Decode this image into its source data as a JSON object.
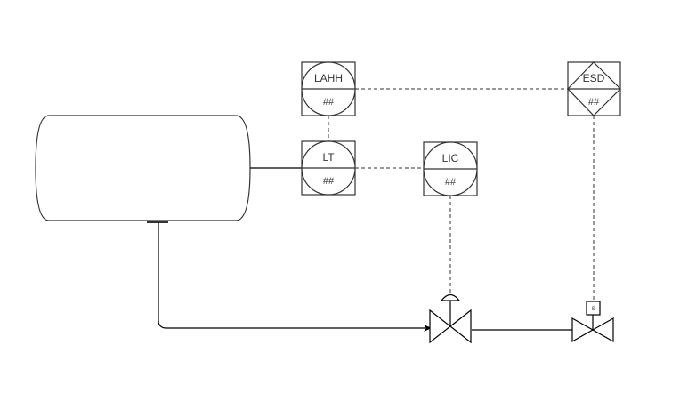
{
  "diagram": {
    "type": "P&ID",
    "colors": {
      "line": "#000000",
      "background": "#ffffff",
      "text": "#333333"
    },
    "equipment": [
      {
        "id": "vessel",
        "kind": "horizontal-vessel",
        "label": ""
      }
    ],
    "instruments": [
      {
        "id": "LAHH",
        "kind": "shared-display-circle-in-square",
        "tag": "LAHH",
        "number": "##"
      },
      {
        "id": "LT",
        "kind": "shared-display-circle-in-square",
        "tag": "LT",
        "number": "##"
      },
      {
        "id": "LIC",
        "kind": "shared-display-circle-in-square",
        "tag": "LIC",
        "number": "##"
      },
      {
        "id": "ESD",
        "kind": "diamond-in-square-logic",
        "tag": "ESD",
        "number": "##"
      }
    ],
    "valves": [
      {
        "id": "control-valve",
        "kind": "gate-valve",
        "actuator": "diaphragm"
      },
      {
        "id": "shutdown-valve",
        "kind": "gate-valve",
        "actuator": "solenoid",
        "actuator_label": "S"
      }
    ],
    "connections": [
      {
        "from": "vessel",
        "to": "LT",
        "style": "process"
      },
      {
        "from": "vessel",
        "to": "control-valve",
        "style": "process",
        "arrow": true
      },
      {
        "from": "control-valve",
        "to": "shutdown-valve",
        "style": "process"
      },
      {
        "from": "LT",
        "to": "LAHH",
        "style": "signal"
      },
      {
        "from": "LT",
        "to": "LIC",
        "style": "signal"
      },
      {
        "from": "LAHH",
        "to": "ESD",
        "style": "signal"
      },
      {
        "from": "LIC",
        "to": "control-valve",
        "style": "signal"
      },
      {
        "from": "ESD",
        "to": "shutdown-valve",
        "style": "signal"
      }
    ]
  }
}
